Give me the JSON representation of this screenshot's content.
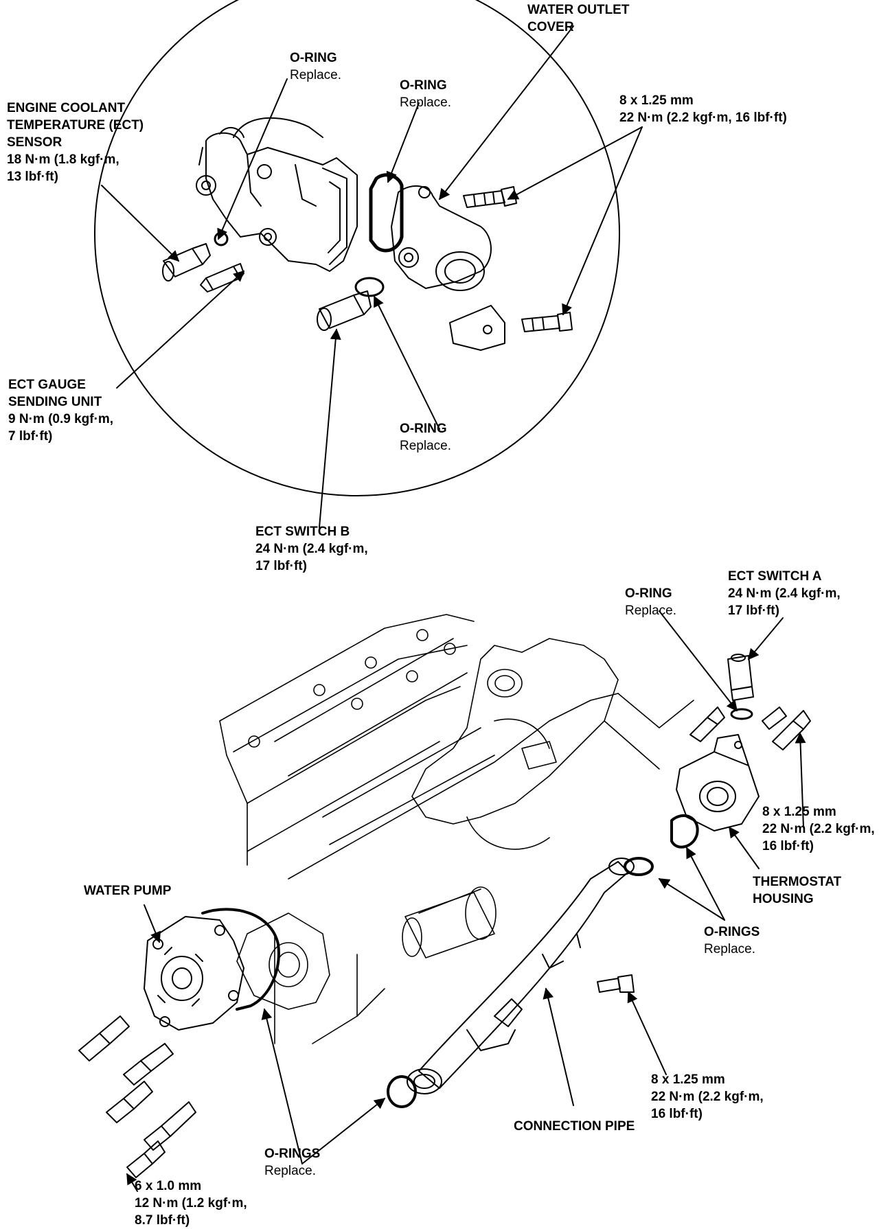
{
  "callouts": {
    "water_outlet_cover": {
      "title": "WATER OUTLET",
      "title2": "COVER"
    },
    "oring_top_left": {
      "title": "O-RING",
      "note": "Replace."
    },
    "oring_top_right": {
      "title": "O-RING",
      "note": "Replace."
    },
    "outlet_bolts": {
      "size": "8 x 1.25 mm",
      "torque": "22 N·m (2.2 kgf·m, 16 lbf·ft)"
    },
    "ect_sensor": {
      "l1": "ENGINE COOLANT",
      "l2": "TEMPERATURE (ECT)",
      "l3": "SENSOR",
      "l4": "18 N·m (1.8 kgf·m,",
      "l5": "13 lbf·ft)"
    },
    "ect_gauge": {
      "l1": "ECT GAUGE",
      "l2": "SENDING UNIT",
      "l3": "9 N·m (0.9 kgf·m,",
      "l4": "7 lbf·ft)"
    },
    "oring_mid": {
      "title": "O-RING",
      "note": "Replace."
    },
    "ect_switch_b": {
      "l1": "ECT SWITCH B",
      "l2": "24 N·m (2.4 kgf·m,",
      "l3": "17 lbf·ft)"
    },
    "ect_switch_a": {
      "l1": "ECT SWITCH A",
      "l2": "24 N·m (2.4 kgf·m,",
      "l3": "17 lbf·ft)"
    },
    "oring_thermo": {
      "title": "O-RING",
      "note": "Replace."
    },
    "thermo_bolts": {
      "l1": "8 x 1.25 mm",
      "l2": "22 N·m (2.2 kgf·m,",
      "l3": "16 lbf·ft)"
    },
    "thermostat_housing": {
      "l1": "THERMOSTAT",
      "l2": "HOUSING"
    },
    "orings_pipe": {
      "title": "O-RINGS",
      "note": "Replace."
    },
    "water_pump": {
      "title": "WATER PUMP"
    },
    "pipe_bolt": {
      "l1": "8 x 1.25 mm",
      "l2": "22 N·m (2.2 kgf·m,",
      "l3": "16 lbf·ft)"
    },
    "connection_pipe": {
      "title": "CONNECTION PIPE"
    },
    "orings_pump": {
      "title": "O-RINGS",
      "note": "Replace."
    },
    "pump_bolts": {
      "l1": "6 x 1.0 mm",
      "l2": "12 N·m (1.2 kgf·m,",
      "l3": "8.7 lbf·ft)"
    }
  }
}
